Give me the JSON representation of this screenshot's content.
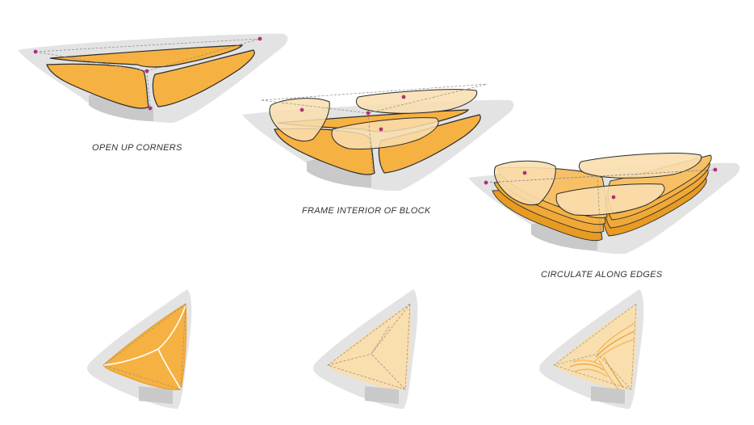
{
  "steps": [
    {
      "caption": "OPEN UP CORNERS"
    },
    {
      "caption": "FRAME INTERIOR OF BLOCK"
    },
    {
      "caption": "CIRCULATE ALONG EDGES"
    }
  ],
  "colors": {
    "site": "#e3e3e3",
    "site_shadow": "#c9c9c9",
    "volume_orange": "#f5b142",
    "volume_orange_dark": "#e89b22",
    "volume_pale": "#f9deae",
    "outline": "#2b2b2b",
    "node": "#b0307a",
    "guide": "#888888"
  },
  "icons": [
    "node-dot-icon"
  ]
}
